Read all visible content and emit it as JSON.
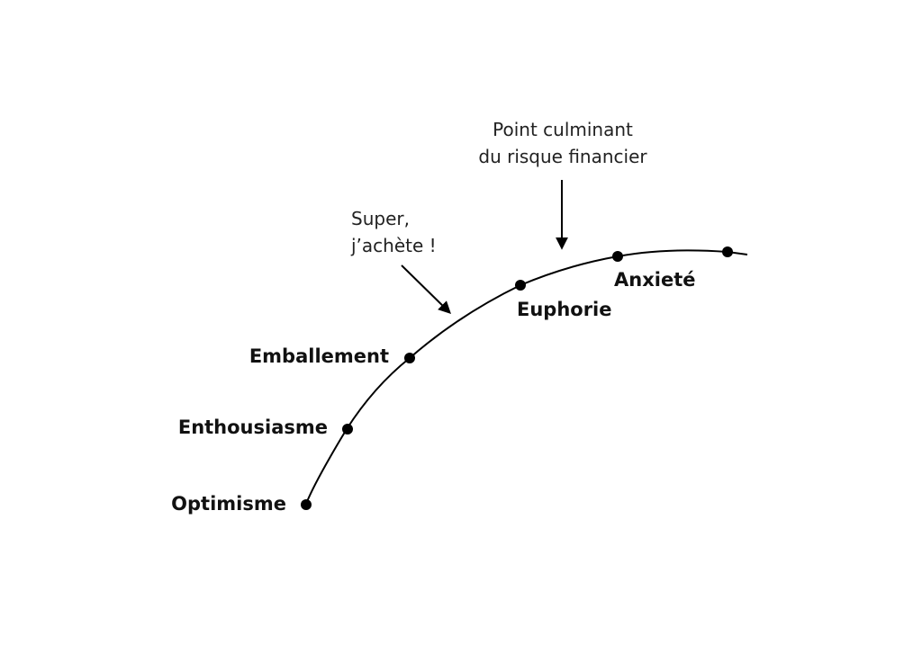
{
  "diagram": {
    "stages": [
      {
        "id": "optimisme",
        "label": "Optimisme"
      },
      {
        "id": "enthousiasme",
        "label": "Enthousiasme"
      },
      {
        "id": "emballement",
        "label": "Emballement"
      },
      {
        "id": "euphorie",
        "label": "Euphorie"
      },
      {
        "id": "anxiete",
        "label": "Anxieté"
      }
    ],
    "annotations": {
      "buy_line1": "Super,",
      "buy_line2": "j’achète !",
      "peak_line1": "Point culminant",
      "peak_line2": "du risque financier"
    },
    "colors": {
      "line": "#000000",
      "text": "#111111",
      "background": "#ffffff"
    }
  }
}
